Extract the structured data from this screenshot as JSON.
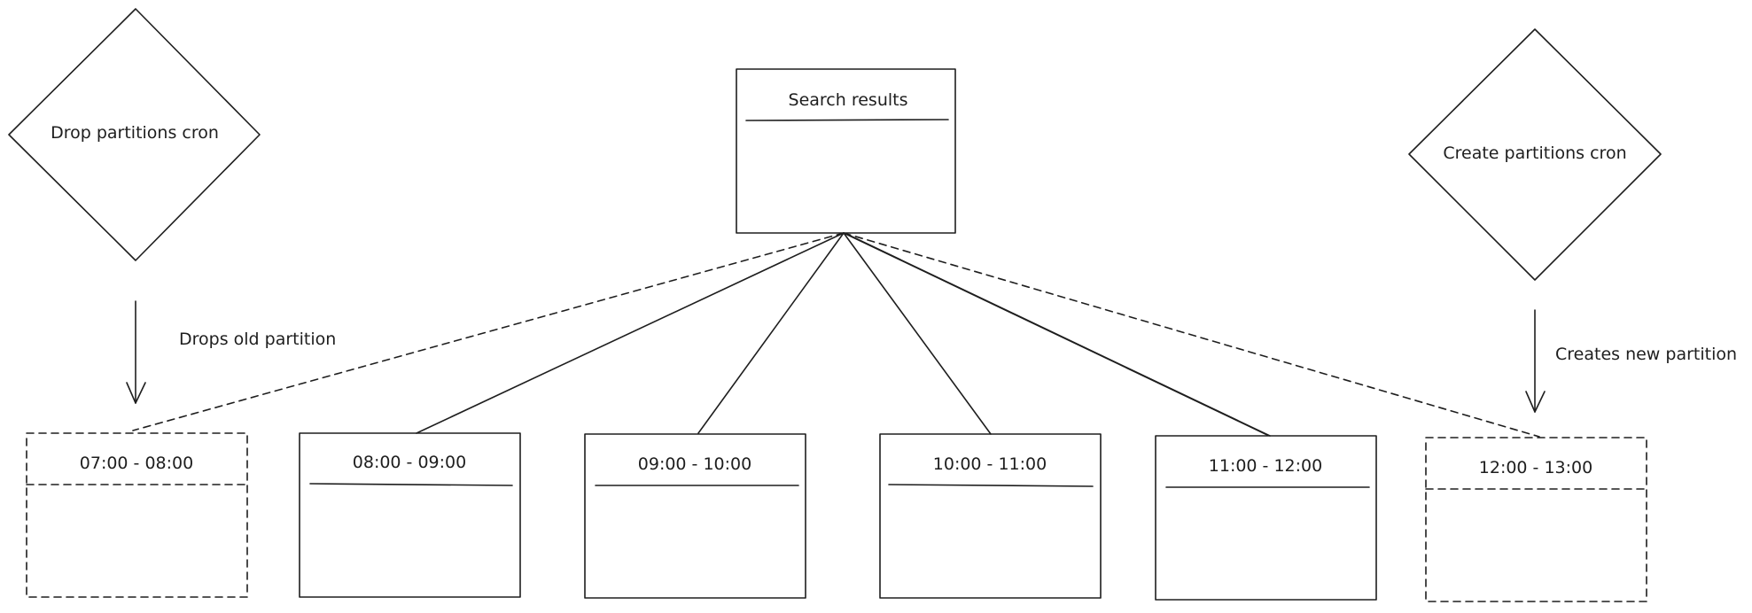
{
  "search_box": {
    "title": "Search results"
  },
  "drop_cron": {
    "label": "Drop partitions cron"
  },
  "create_cron": {
    "label": "Create partitions cron"
  },
  "drop_arrow_label": "Drops old partition",
  "create_arrow_label": "Creates new partition",
  "partitions": [
    {
      "label": "07:00 - 08:00",
      "status": "old"
    },
    {
      "label": "08:00 - 09:00",
      "status": "active"
    },
    {
      "label": "09:00 - 10:00",
      "status": "active"
    },
    {
      "label": "10:00 - 11:00",
      "status": "active"
    },
    {
      "label": "11:00 - 12:00",
      "status": "active"
    },
    {
      "label": "12:00 - 13:00",
      "status": "new"
    }
  ],
  "colors": {
    "stroke": "#1e1e1e",
    "background": "#ffffff"
  }
}
